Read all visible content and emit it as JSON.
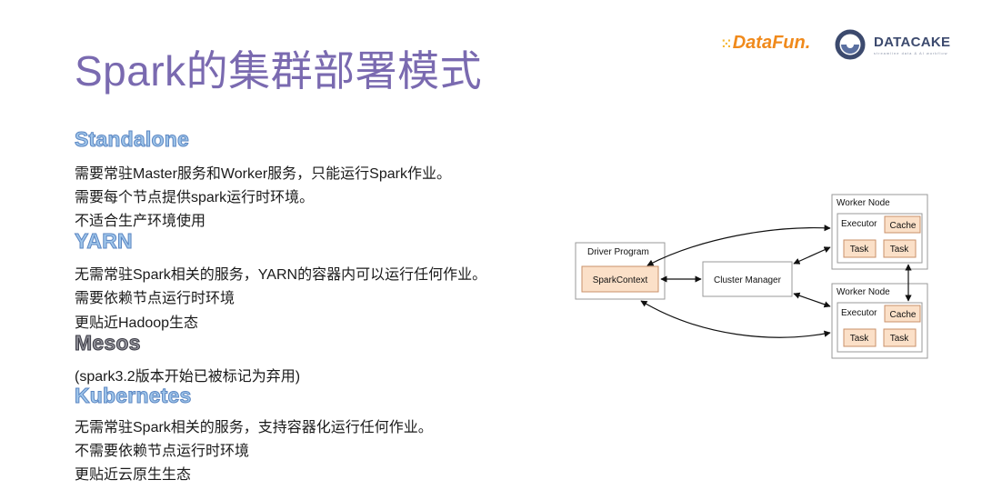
{
  "slide": {
    "title": "Spark的集群部署模式"
  },
  "logos": {
    "datafun": "DataFun.",
    "datacake": "DATACAKE",
    "datacake_tagline": "streamline data & AI workflow"
  },
  "sections": [
    {
      "heading": "Standalone",
      "lines": [
        "需要常驻Master服务和Worker服务，只能运行Spark作业。",
        "需要每个节点提供spark运行时环境。",
        "不适合生产环境使用"
      ]
    },
    {
      "heading": "YARN",
      "lines": [
        "无需常驻Spark相关的服务，YARN的容器内可以运行任何作业。",
        "需要依赖节点运行时环境",
        "更贴近Hadoop生态"
      ]
    },
    {
      "heading": "Mesos",
      "lines": [
        "(spark3.2版本开始已被标记为弃用)"
      ]
    },
    {
      "heading": "Kubernetes",
      "lines": [
        "无需常驻Spark相关的服务，支持容器化运行任何作业。",
        "不需要依赖节点运行时环境",
        "更贴近云原生生态"
      ]
    }
  ],
  "diagram": {
    "driver_program": "Driver Program",
    "spark_context": "SparkContext",
    "cluster_manager": "Cluster Manager",
    "workers": [
      {
        "title": "Worker Node",
        "executor": "Executor",
        "cache": "Cache",
        "task1": "Task",
        "task2": "Task"
      },
      {
        "title": "Worker Node",
        "executor": "Executor",
        "cache": "Cache",
        "task1": "Task",
        "task2": "Task"
      }
    ]
  },
  "colors": {
    "title": "#7a6ab0",
    "heading_fill": "#9fc5ea",
    "heading_stroke": "#5b86c2",
    "task_fill": "#fbe0c8",
    "task_stroke": "#c9906a"
  }
}
